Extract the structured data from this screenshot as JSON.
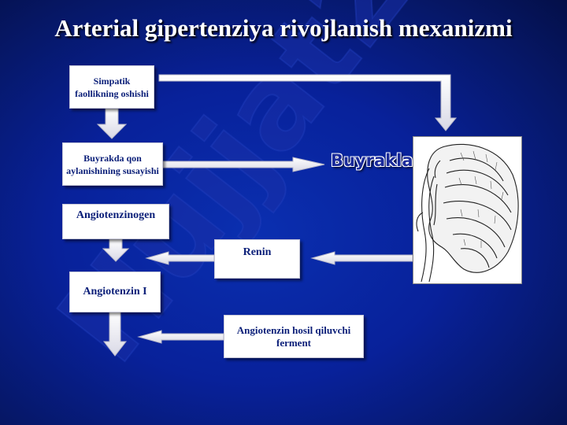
{
  "slide": {
    "title": "Arterial gipertenziya rivojlanish mexanizmi",
    "watermark": "Hujjat24"
  },
  "boxes": {
    "simpatik": "Simpatik faollikning oshishi",
    "buyrak_qon": "Buyrakda qon aylanishining susayishi",
    "angiotenzinogen": "Angiotenzinogen",
    "renin": "Renin",
    "angiotenzin1": "Angiotenzin I",
    "ferment": "Angiotenzin hosil qiluvchi ferment"
  },
  "kidney": {
    "label": "Buyraklar",
    "icon": "kidney-illustration-icon"
  },
  "colors": {
    "background": "#08219a",
    "box_text": "#0a1e78",
    "arrow": "#ffffff"
  }
}
